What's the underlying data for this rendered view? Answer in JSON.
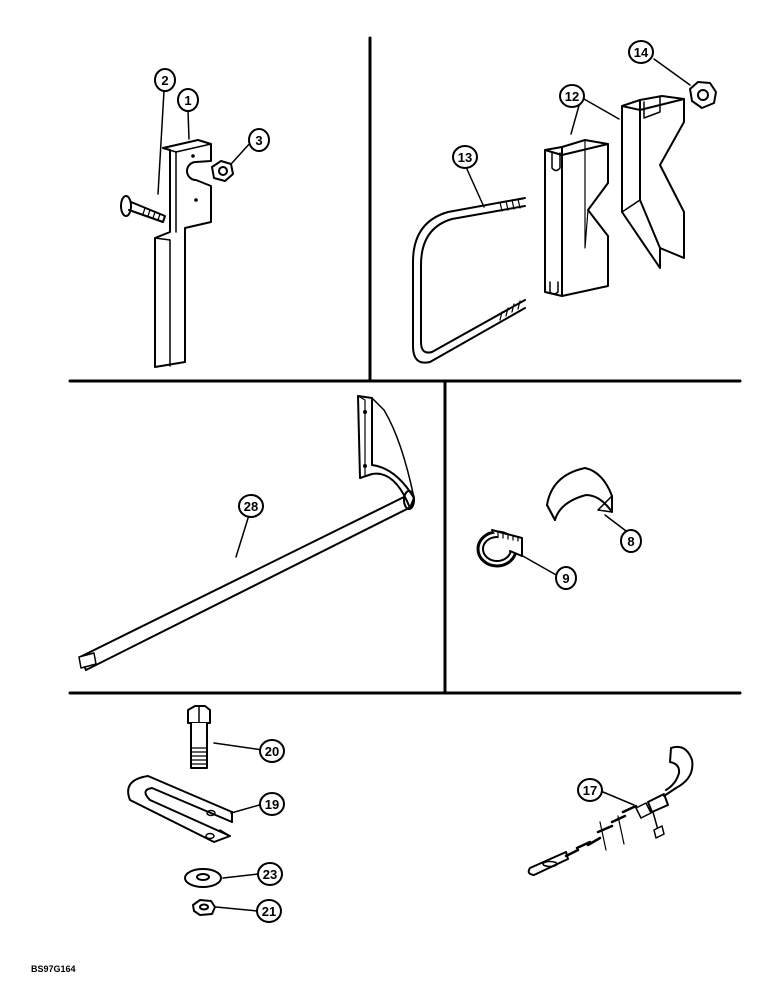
{
  "figure_code": "BS97G164",
  "callouts": {
    "c1": "1",
    "c2": "2",
    "c3": "3",
    "c8": "8",
    "c9": "9",
    "c12": "12",
    "c13": "13",
    "c14": "14",
    "c17": "17",
    "c19": "19",
    "c20": "20",
    "c21": "21",
    "c23": "23",
    "c28": "28"
  }
}
